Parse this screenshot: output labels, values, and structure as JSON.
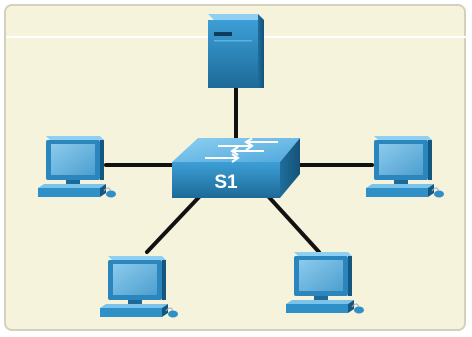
{
  "diagram": {
    "switch_label": "S1",
    "colors": {
      "device_light": "#3a9ad0",
      "device_dark": "#1f6e9c",
      "device_top": "#7cc3ea",
      "screen": "#6fb6de",
      "link": "#111111",
      "background": "#f6f3dc"
    },
    "nodes": [
      {
        "id": "server",
        "type": "server-icon"
      },
      {
        "id": "switch-s1",
        "type": "switch-icon"
      },
      {
        "id": "pc-left",
        "type": "pc-icon"
      },
      {
        "id": "pc-right",
        "type": "pc-icon"
      },
      {
        "id": "pc-bottom-left",
        "type": "pc-icon"
      },
      {
        "id": "pc-bottom-right",
        "type": "pc-icon"
      }
    ],
    "links": [
      [
        "switch-s1",
        "server"
      ],
      [
        "switch-s1",
        "pc-left"
      ],
      [
        "switch-s1",
        "pc-right"
      ],
      [
        "switch-s1",
        "pc-bottom-left"
      ],
      [
        "switch-s1",
        "pc-bottom-right"
      ]
    ]
  }
}
